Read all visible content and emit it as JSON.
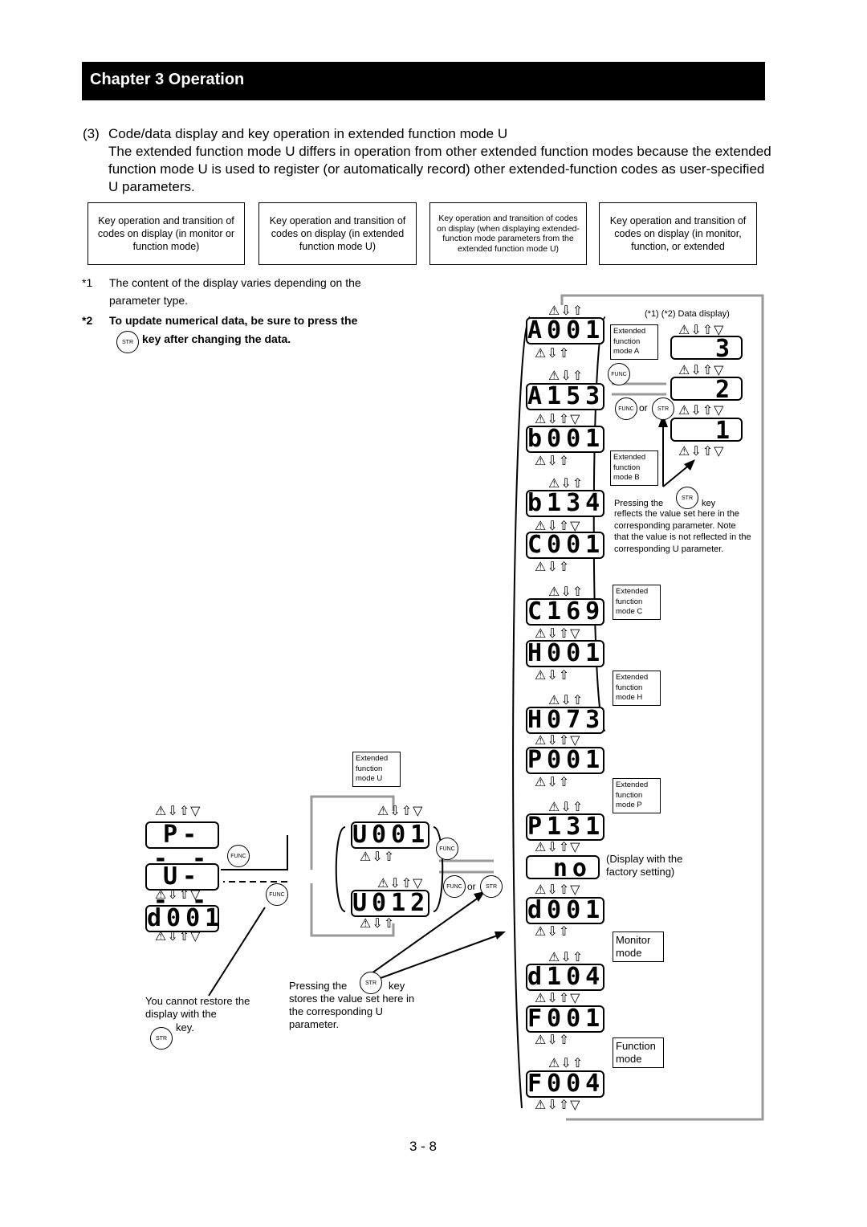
{
  "chapter_title": "Chapter 3 Operation",
  "section": {
    "number": "(3)",
    "title": "Code/data display and key operation in extended function mode U",
    "paragraph": "The extended function mode U differs in operation from other extended function modes because the extended function mode U is used to register (or automatically record) other extended-function codes as user-specified U parameters."
  },
  "legend_boxes": [
    "Key operation and transition of codes on display (in monitor or function mode)",
    "Key operation and transition of codes on display (in extended function mode U)",
    "Key operation and transition of codes on display (when displaying extended-function mode parameters from the extended function mode U)",
    "Key operation and transition of codes on display (in monitor, function, or extended"
  ],
  "notes": {
    "n1_mark": "*1",
    "n1_text": "The content of the display varies depending on the parameter type.",
    "n2_mark": "*2",
    "n2_text_a": "To update numerical data, be sure to press the",
    "n2_key": "STR",
    "n2_text_b": "key after changing the data."
  },
  "diagram": {
    "key_row": "⚠⇩⇧▽",
    "key_row_short": "⚠⇩⇧",
    "right_column_codes": [
      "A001",
      "A153",
      "b001",
      "b134",
      "C001",
      "C169",
      "H001",
      "H073",
      "P001",
      "P131",
      "no",
      "d001",
      "d104",
      "F001",
      "F004"
    ],
    "data_display_label": "(*1) (*2) Data display)",
    "data_values": [
      "3",
      "2",
      "1"
    ],
    "mode_labels": {
      "a": "Extended function mode A",
      "b": "Extended function mode B",
      "c": "Extended function mode C",
      "h": "Extended function mode H",
      "p": "Extended function mode P",
      "u": "Extended function mode U",
      "monitor": "Monitor mode",
      "function": "Function mode"
    },
    "func_key": "FUNC",
    "str_key": "STR",
    "or_text": "or",
    "pressing_str_right": "Pressing the",
    "key_word": "key",
    "right_reflect_note": "reflects the value set here in the corresponding parameter. Note that the value is not reflected in the corresponding U parameter.",
    "factory_note": "(Display with the factory setting)",
    "left_codes": [
      "P- - -",
      "U- - -",
      "d001"
    ],
    "u_codes": [
      "U001",
      "U012"
    ],
    "bottom_pressing": "Pressing the",
    "bottom_key": "key",
    "bottom_note": "stores the value set here in the corresponding U parameter.",
    "cannot_restore": "You cannot restore the display with the",
    "cannot_key": "key."
  },
  "page_number": "3 - 8"
}
